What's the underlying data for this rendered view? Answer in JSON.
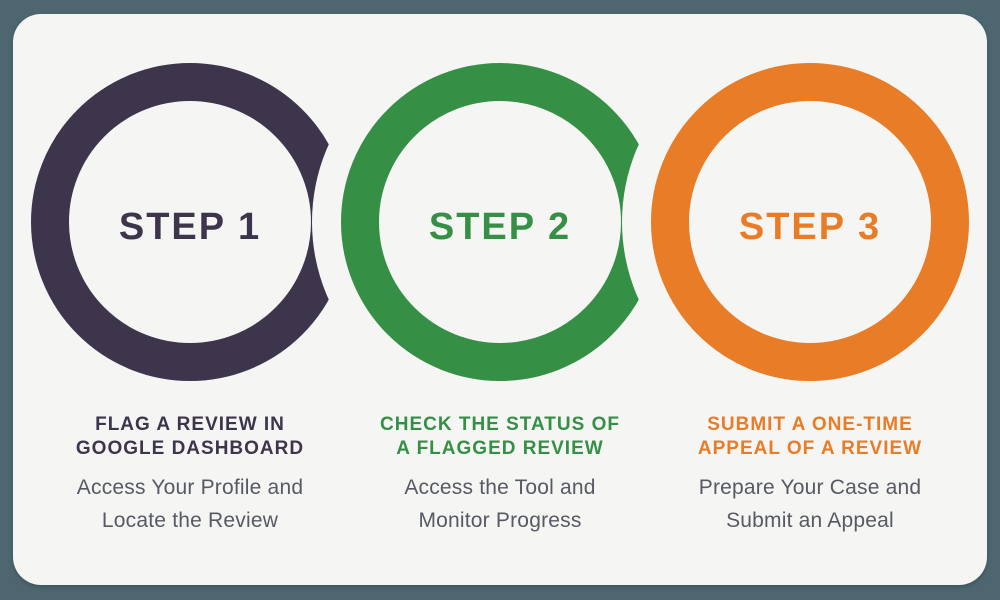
{
  "canvas": {
    "background": "#4d6670",
    "card_background": "#f5f5f4",
    "subtitle_color": "#565a63"
  },
  "steps": [
    {
      "label": "STEP 1",
      "color": "#3d354c",
      "ring_style": "open-right",
      "title_lines": [
        "FLAG A REVIEW IN",
        "GOOGLE DASHBOARD"
      ],
      "subtitle_lines": [
        "Access Your Profile and",
        "Locate the Review"
      ]
    },
    {
      "label": "STEP 2",
      "color": "#359046",
      "ring_style": "open-right",
      "title_lines": [
        "CHECK THE STATUS OF",
        "A FLAGGED REVIEW"
      ],
      "subtitle_lines": [
        "Access the Tool and",
        "Monitor Progress"
      ]
    },
    {
      "label": "STEP 3",
      "color": "#e87c27",
      "ring_style": "closed",
      "title_lines": [
        "SUBMIT A ONE-TIME",
        "APPEAL OF A REVIEW"
      ],
      "subtitle_lines": [
        "Prepare Your Case and",
        "Submit an Appeal"
      ]
    }
  ]
}
